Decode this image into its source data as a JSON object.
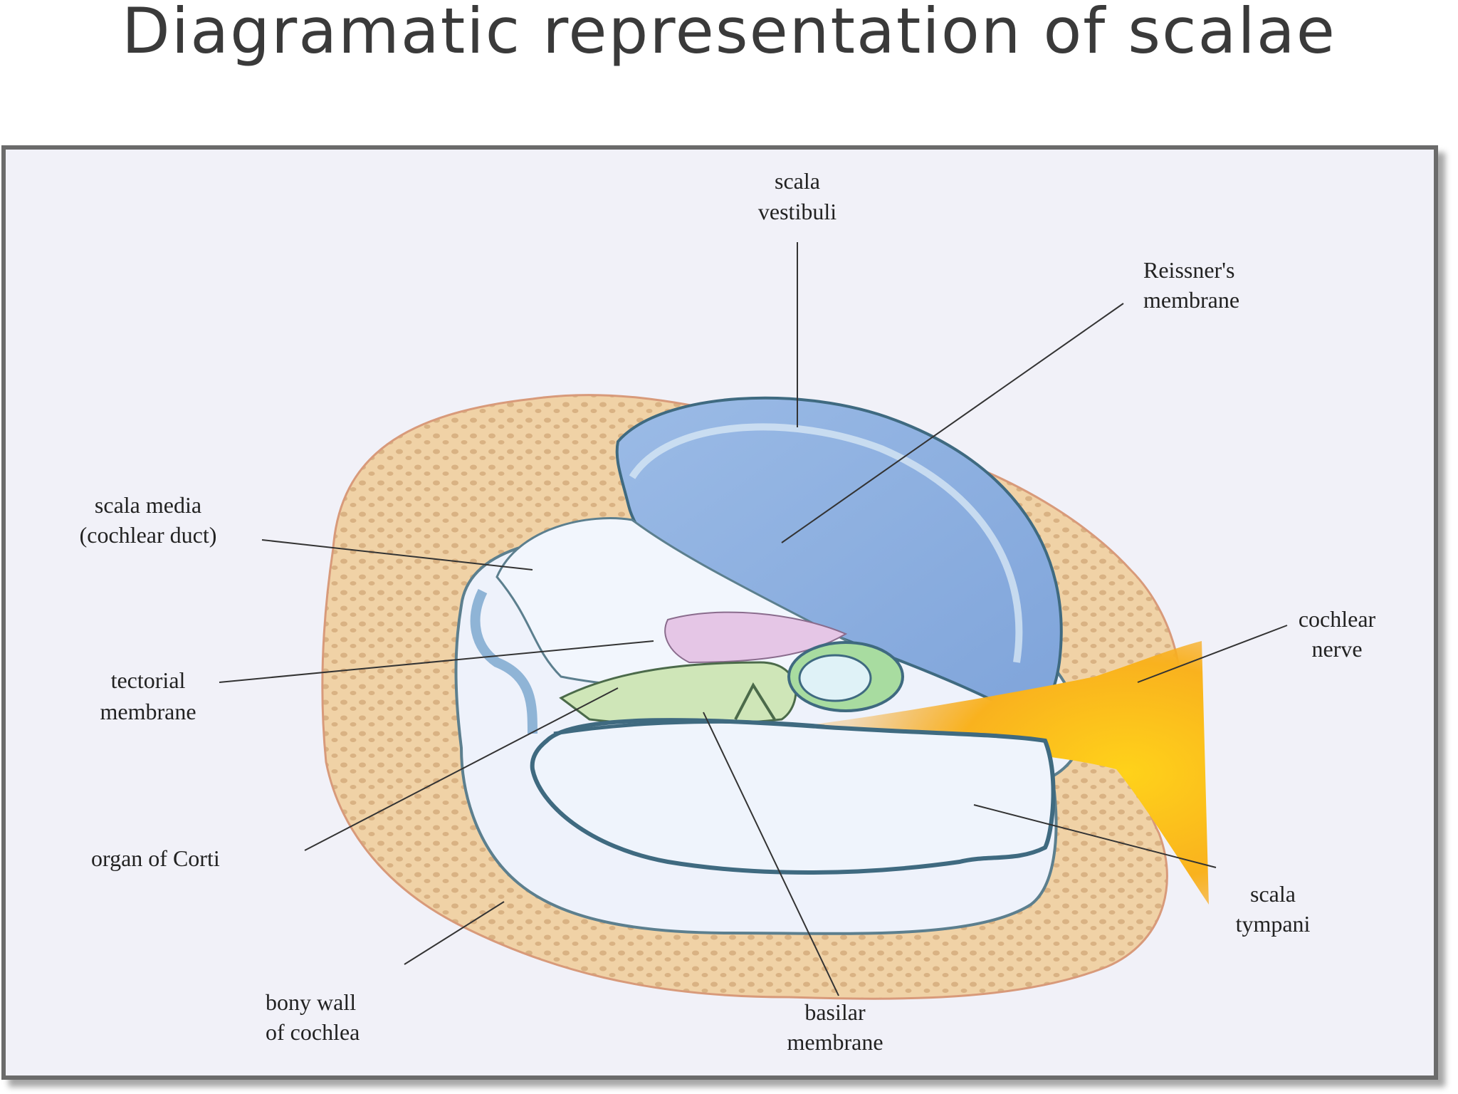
{
  "title": "Diagramatic representation of scalae",
  "labels": {
    "scala_vestibuli": [
      "scala",
      "vestibuli"
    ],
    "reissners_membrane": [
      "Reissner's",
      "membrane"
    ],
    "scala_media": [
      "scala media",
      "(cochlear duct)"
    ],
    "tectorial_membrane": [
      "tectorial",
      "membrane"
    ],
    "cochlear_nerve": [
      "cochlear",
      "nerve"
    ],
    "organ_of_corti": [
      "organ of Corti"
    ],
    "scala_tympani": [
      "scala",
      "tympani"
    ],
    "bony_wall": [
      "bony wall",
      "of cochlea"
    ],
    "basilar_membrane": [
      "basilar",
      "membrane"
    ]
  },
  "colors": {
    "bone": "#f0d2a6",
    "bone_dots": "#d6ae7c",
    "scala_vestibuli": "#8fb0e0",
    "scala_media": "#e9f0fa",
    "scala_tympani": "#eef3fb",
    "tectorial": "#e5c6e6",
    "organ_of_corti": "#cfe6b8",
    "nerve": "#f5a21a"
  }
}
